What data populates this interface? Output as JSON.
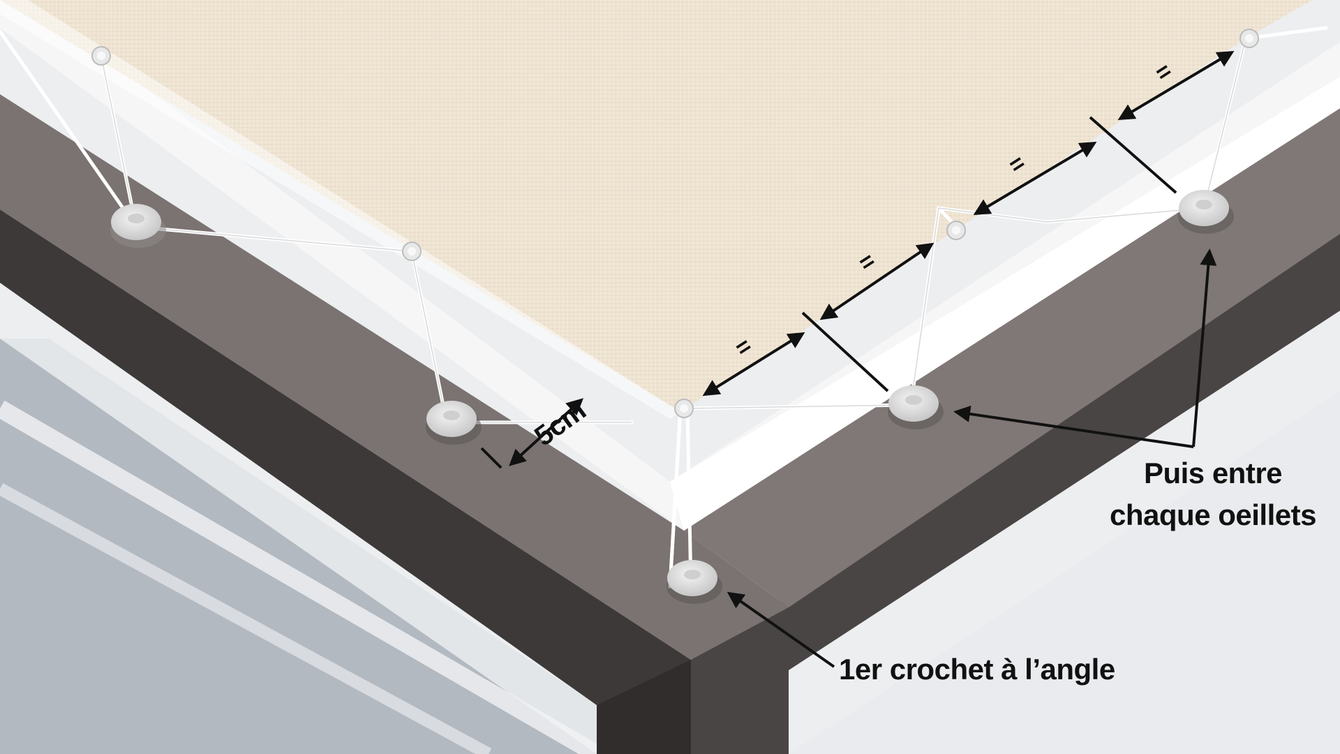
{
  "labels": {
    "offset": "5cm",
    "between_eyelets_line1": "Puis entre",
    "between_eyelets_line2": "chaque oeillets",
    "first_hook": "1er crochet à l’angle",
    "equal_sign": "="
  },
  "colors": {
    "canopy": "#efe4d2",
    "frame_top": "#7a7371",
    "frame_side": "#3d3939",
    "gutter": "#f6f6f6",
    "wall": "#ffffff",
    "window": "#b3b9c1",
    "cord": "#ffffff",
    "hook": "#e2e2e2",
    "annotation": "#111111"
  }
}
